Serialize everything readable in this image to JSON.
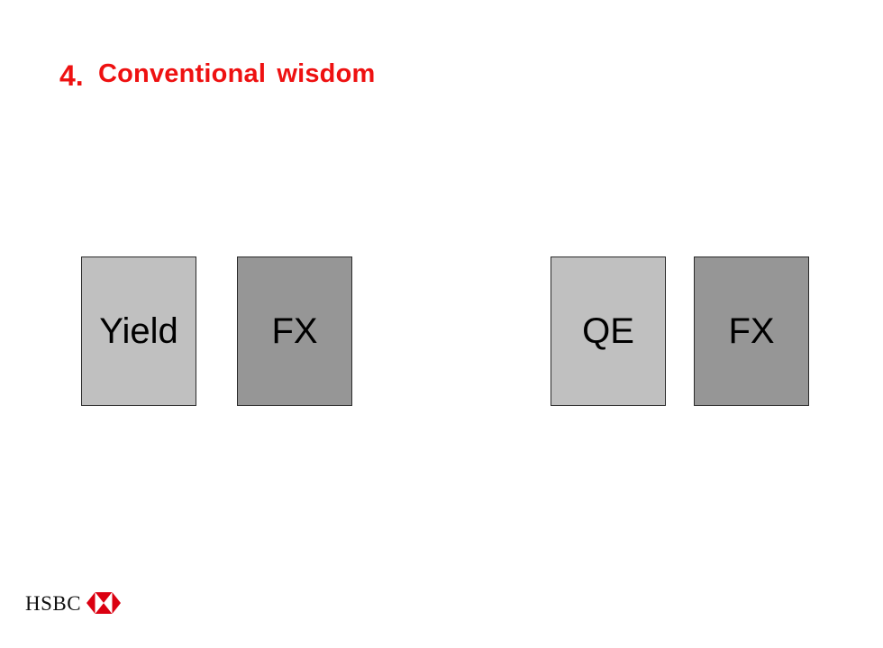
{
  "title": {
    "number": "4.",
    "text": "Conventional wisdom"
  },
  "boxes": [
    {
      "label": "Yield",
      "fill": "#c0c0c0"
    },
    {
      "label": "FX",
      "fill": "#969696"
    },
    {
      "label": "QE",
      "fill": "#c0c0c0"
    },
    {
      "label": "FX",
      "fill": "#969696"
    }
  ],
  "colors": {
    "title": "#ee1111",
    "brand_red": "#db0011"
  },
  "logo": {
    "text": "HSBC",
    "icon": "hsbc-hexagon-logo-icon"
  }
}
